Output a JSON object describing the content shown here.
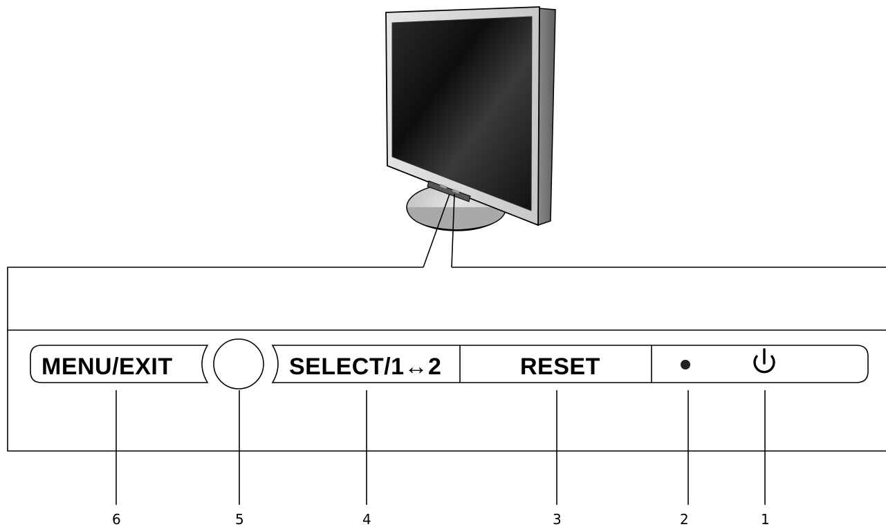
{
  "panel": {
    "menu_label": "MENU/EXIT",
    "select_label": "SELECT/1↔2",
    "reset_label": "RESET"
  },
  "callouts": {
    "power": "1",
    "led": "2",
    "reset": "3",
    "select": "4",
    "round_button": "5",
    "menu": "6"
  },
  "icons": {
    "power": "power-icon",
    "led": "power-indicator-led"
  },
  "colors": {
    "screen": "#111111",
    "bezel": "#d6d6d6",
    "stand": "#cfcfcf",
    "lines": "#000000"
  }
}
